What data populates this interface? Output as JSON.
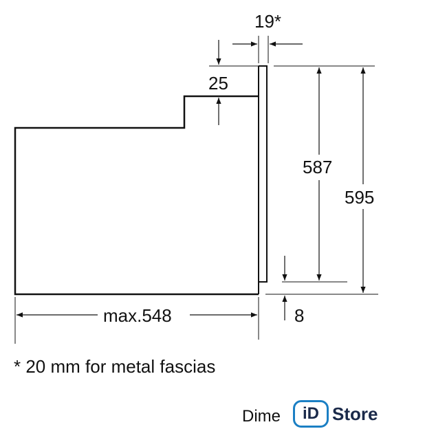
{
  "dimensions": {
    "top_offset_star": "19*",
    "top_step": "25",
    "inner_height": "587",
    "outer_height": "595",
    "depth": "max.548",
    "bottom_gap": "8"
  },
  "footnote": "* 20 mm for metal fascias",
  "caption": "Dime",
  "watermark": {
    "badge": "iD",
    "word": "Store",
    "brand_color": "#1b7fc4",
    "text_color": "#1b2a4a"
  }
}
